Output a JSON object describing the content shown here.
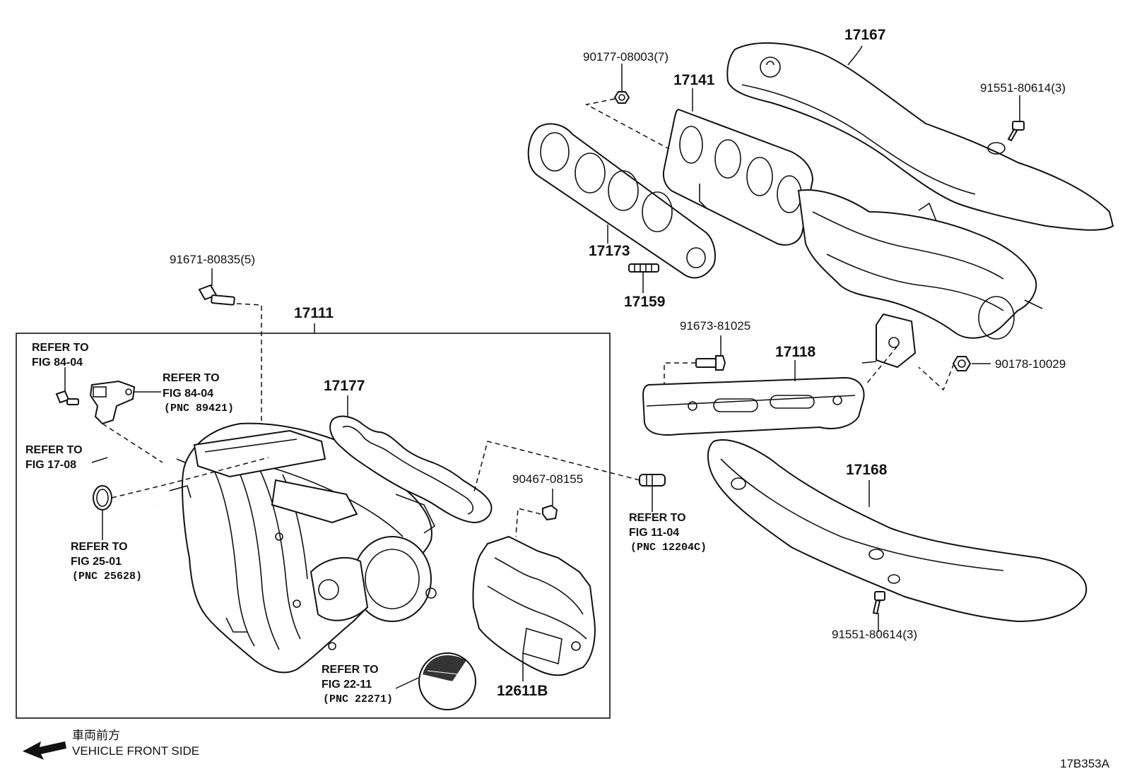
{
  "diagram_code": "17B353A",
  "direction": {
    "jp": "車両前方",
    "en": "VEHICLE FRONT SIDE"
  },
  "parts": {
    "p17167": "17167",
    "p17141": "17141",
    "p90177": "90177-08003(7)",
    "p91551_top": "91551-80614(3)",
    "p17173": "17173",
    "p17159": "17159",
    "p91673": "91673-81025",
    "p17118": "17118",
    "p90178": "90178-10029",
    "p17168": "17168",
    "p91551_bottom": "91551-80614(3)",
    "p91671": "91671-80835(5)",
    "p17111": "17111",
    "p17177": "17177",
    "p90467": "90467-08155",
    "p12611B": "12611B"
  },
  "refs": {
    "r84_04a": {
      "l1": "REFER TO",
      "l2": "FIG 84-04"
    },
    "r84_04b": {
      "l1": "REFER TO",
      "l2": "FIG 84-04",
      "pnc": "(PNC 89421)"
    },
    "r17_08": {
      "l1": "REFER TO",
      "l2": "FIG 17-08"
    },
    "r25_01": {
      "l1": "REFER TO",
      "l2": "FIG 25-01",
      "pnc": "(PNC 25628)"
    },
    "r11_04": {
      "l1": "REFER TO",
      "l2": "FIG 11-04",
      "pnc": "(PNC 12204C)"
    },
    "r22_11": {
      "l1": "REFER TO",
      "l2": "FIG 22-11",
      "pnc": "(PNC 22271)"
    }
  }
}
